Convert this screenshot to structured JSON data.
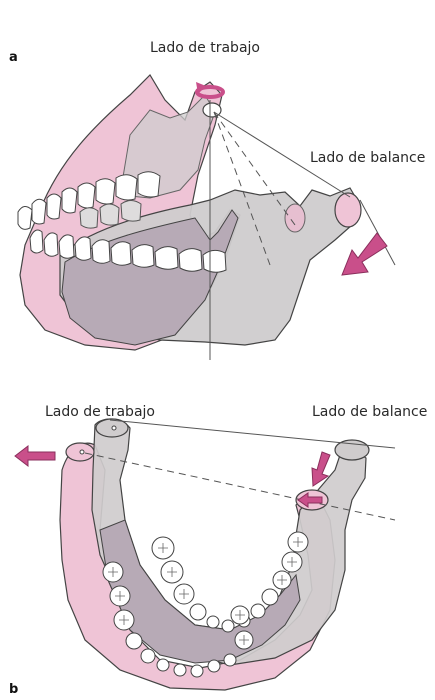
{
  "panel_a": {
    "letter": "a",
    "working_side_label": "Lado de trabajo",
    "balancing_side_label": "Lado de balance"
  },
  "panel_b": {
    "letter": "b",
    "working_side_label": "Lado de trabajo",
    "balancing_side_label": "Lado de balance"
  },
  "colors": {
    "pink_fill": "#efc4d6",
    "gray_fill": "#cfcccd",
    "overlap_fill": "#b7aab6",
    "outline": "#444444",
    "arrow": "#c94f8a",
    "tooth_fill": "#ffffff"
  }
}
